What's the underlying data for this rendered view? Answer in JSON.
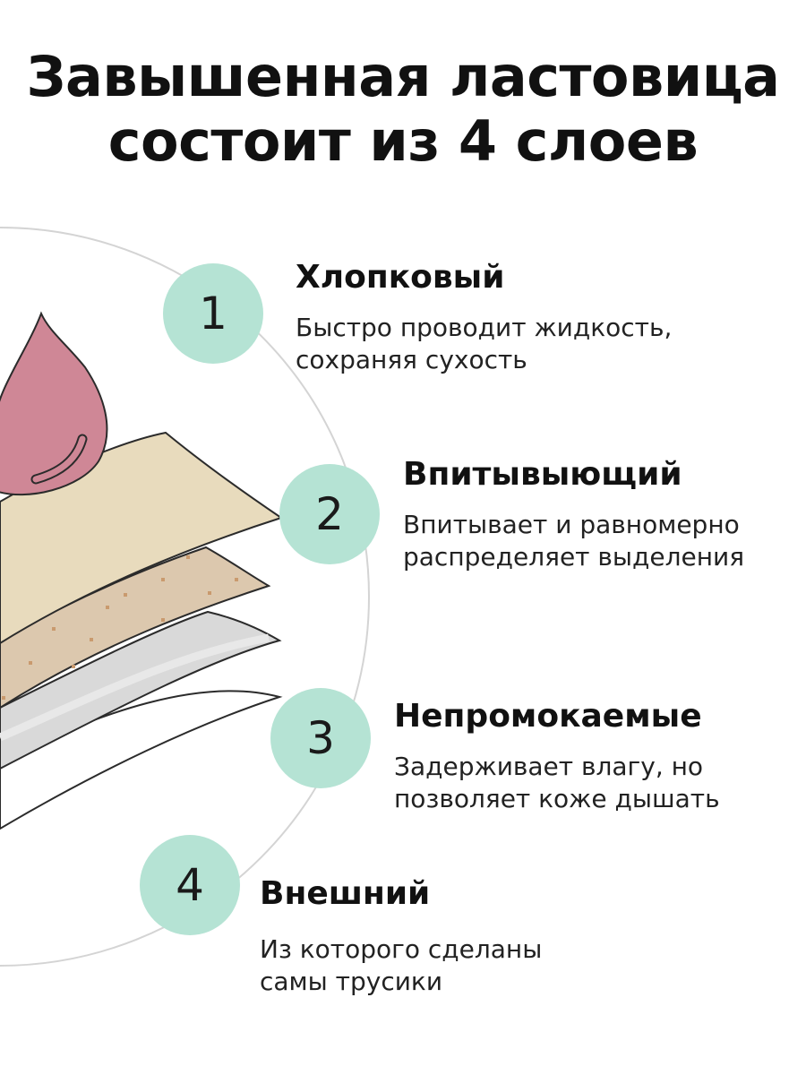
{
  "title": {
    "line1": "Завышенная ластовица",
    "line2": "состоит из 4 слоев"
  },
  "layers": [
    {
      "number": "1",
      "name": "Хлопковый",
      "line1": "Быстро проводит жидкость,",
      "line2": "сохраняя сухость"
    },
    {
      "number": "2",
      "name": "Впитывыющий",
      "line1": "Впитывает и равномерно",
      "line2": "распределяет выделения"
    },
    {
      "number": "3",
      "name": "Непромокаемые",
      "line1": "Задерживает влагу, но",
      "line2": "позволяет коже дышать"
    },
    {
      "number": "4",
      "name": "Внешний",
      "line1": "Из которого сделаны",
      "line2": "самы трусики"
    }
  ],
  "colors": {
    "badge": "#b5e3d4",
    "drop": "#cf8796",
    "layer_cotton": "#e8dbbd",
    "layer_absorbent": "#dcc8ae",
    "layer_waterproof": "#d9d9d9",
    "layer_outer": "#ffffff"
  },
  "icons": {
    "drop": "liquid-drop-icon"
  }
}
